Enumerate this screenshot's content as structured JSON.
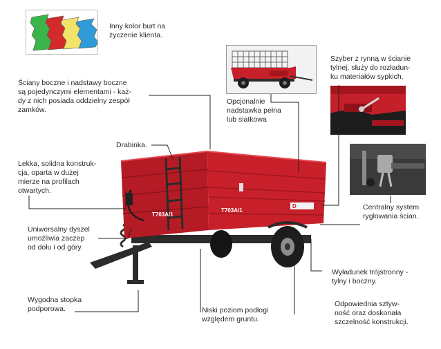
{
  "callouts": {
    "color_option": "Inny kolor burt na\nżyczenie klienta.",
    "side_walls": "Ściany boczne i nadstawy boczne\nsą pojedynczymi elementami - każ-\ndy z nich posiada oddzielny zespół\nzamków.",
    "ladder": "Drabinka.",
    "construction": "Lekka, solidna konstruk-\ncja, oparta w dużej\nmierze na profilach\notwartych.",
    "drawbar": "Uniwersalny dyszel\numożliwia zaczep\nod dołu i od góry.",
    "support_foot": "Wygodna stopka\npodporowa.",
    "extension": "Opcjonalnie\nnadstawka pełna\nlub siatkowa",
    "gate": "Szyber z rynną w ścianie\ntylnej, służy do rozładun-\nku materiałów sypkich.",
    "locking": "Centralny system\nryglowania ścian.",
    "unloading": "Wyładunek trójstronny -\ntylny i boczny.",
    "low_floor": "Niski poziom podłogi\nwzględem gruntu.",
    "rigidity": "Odpowiednia sztyw-\nność oraz doskonała\nszczelność konstrukcji."
  },
  "trailer": {
    "model_front": "T703A/1",
    "model_side": "T703A/1",
    "brand": "D"
  },
  "colors": {
    "body_red": "#c8202a",
    "body_dark": "#8e1219",
    "chassis": "#2b2b2b",
    "tire": "#1d1d1d",
    "swatch_green": "#3bb54a",
    "swatch_red": "#d32b2b",
    "swatch_yellow": "#f2e36b",
    "swatch_blue": "#2f9bd8"
  }
}
